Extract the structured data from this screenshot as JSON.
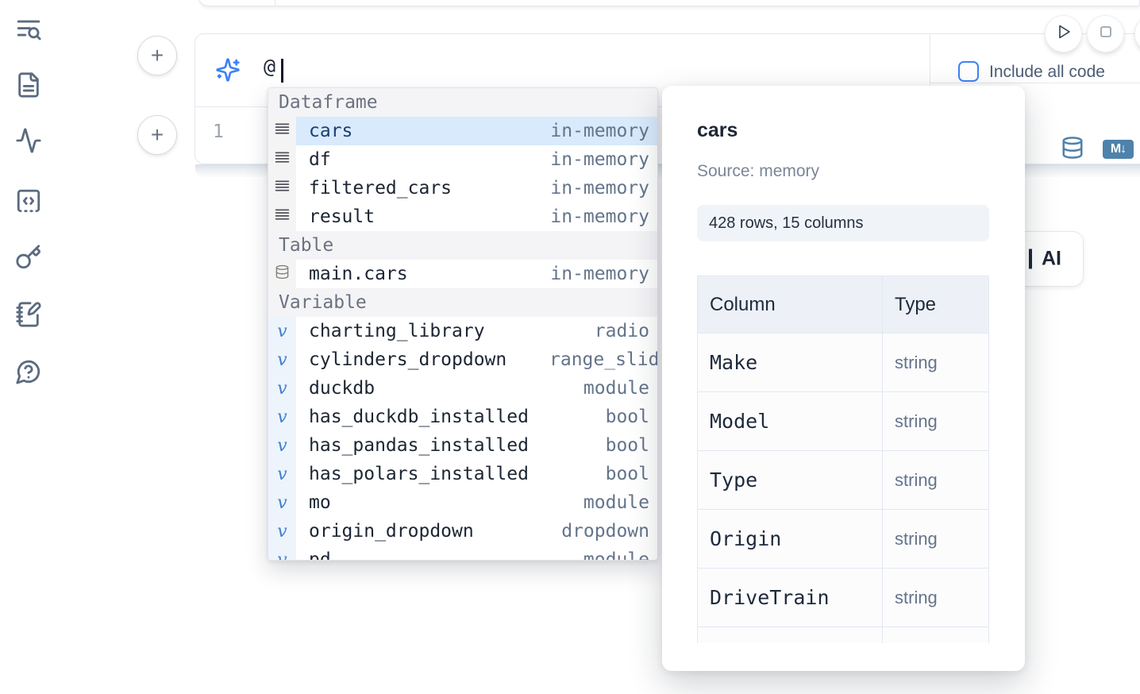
{
  "sidebar": {
    "items": [
      {
        "icon": "text-search-icon"
      },
      {
        "icon": "file-text-icon"
      },
      {
        "icon": "activity-icon"
      },
      {
        "icon": "code-snippet-icon"
      },
      {
        "icon": "key-icon"
      },
      {
        "icon": "notebook-pen-icon"
      },
      {
        "icon": "help-chat-icon"
      }
    ]
  },
  "notebook": {
    "add_cell_top_label": "+",
    "add_cell_bottom_label": "+",
    "ai_prompt": {
      "value": "@"
    },
    "include_all_code_label": "Include all code",
    "include_all_code_checked": false,
    "editor": {
      "line_number": "1"
    },
    "markdown_badge": "M↓",
    "ai_button_label": "AI"
  },
  "colors": {
    "accent_blue": "#3b82f6",
    "steel_blue": "#4e82aa",
    "selected_row_bg": "#d8eafc"
  },
  "autocomplete": {
    "sections": [
      {
        "header": "Dataframe",
        "items": [
          {
            "name": "cars",
            "detail": "in-memory",
            "selected": true
          },
          {
            "name": "df",
            "detail": "in-memory",
            "selected": false
          },
          {
            "name": "filtered_cars",
            "detail": "in-memory",
            "selected": false
          },
          {
            "name": "result",
            "detail": "in-memory",
            "selected": false
          }
        ]
      },
      {
        "header": "Table",
        "items": [
          {
            "name": "main.cars",
            "detail": "in-memory",
            "selected": false
          }
        ]
      },
      {
        "header": "Variable",
        "items": [
          {
            "name": "charting_library",
            "detail": "radio"
          },
          {
            "name": "cylinders_dropdown",
            "detail": "range_slider",
            "clipped": true
          },
          {
            "name": "duckdb",
            "detail": "module"
          },
          {
            "name": "has_duckdb_installed",
            "detail": "bool"
          },
          {
            "name": "has_pandas_installed",
            "detail": "bool"
          },
          {
            "name": "has_polars_installed",
            "detail": "bool"
          },
          {
            "name": "mo",
            "detail": "module"
          },
          {
            "name": "origin_dropdown",
            "detail": "dropdown"
          },
          {
            "name": "pd",
            "detail": "module",
            "clipped_row": true
          }
        ]
      }
    ]
  },
  "preview": {
    "title": "cars",
    "source": "Source: memory",
    "shape": "428 rows, 15 columns",
    "table": {
      "headers": [
        "Column",
        "Type"
      ],
      "rows": [
        [
          "Make",
          "string"
        ],
        [
          "Model",
          "string"
        ],
        [
          "Type",
          "string"
        ],
        [
          "Origin",
          "string"
        ],
        [
          "DriveTrain",
          "string"
        ]
      ]
    }
  }
}
